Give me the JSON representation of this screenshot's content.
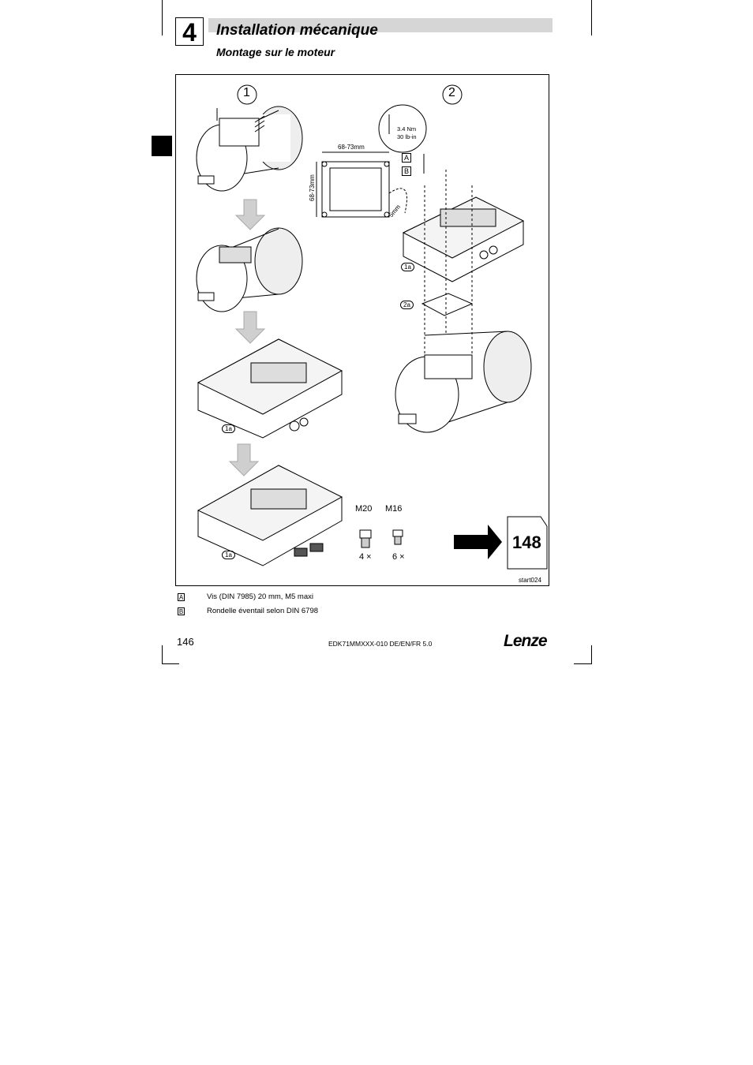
{
  "header": {
    "chapter_number": "4",
    "title": "Installation mécanique",
    "subtitle": "Montage sur le moteur"
  },
  "figure": {
    "step_1": "1",
    "step_2": "2",
    "dim_width": "68-73mm",
    "dim_height": "68-73mm",
    "dim_edge": "5mm",
    "torque_nm": "3.4 Nm",
    "torque_lbin": "30 lb-in",
    "key_a": "A",
    "key_b": "B",
    "callout_1a": "1a",
    "callout_2a": "2a",
    "gland_m20": "M20",
    "gland_m16": "M16",
    "qty_m20": "4 ×",
    "qty_m16": "6 ×",
    "page_ref": "148",
    "figure_id": "start024"
  },
  "legend": [
    {
      "key": "A",
      "text": "Vis (DIN 7985) 20 mm, M5 maxi"
    },
    {
      "key": "B",
      "text": "Rondelle éventail selon DIN 6798"
    }
  ],
  "footer": {
    "page_number": "146",
    "doc_ref": "EDK71MMXXX-010 DE/EN/FR 5.0",
    "brand": "Lenze"
  }
}
